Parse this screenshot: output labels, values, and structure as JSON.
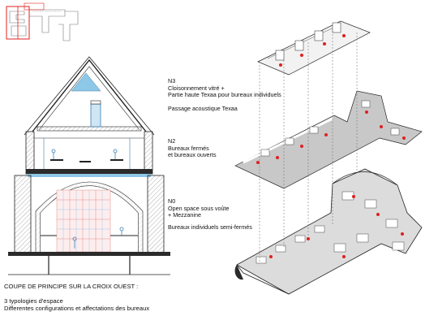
{
  "labels": {
    "n3": {
      "level": "N3",
      "line1": "Cloisonnement vitré +",
      "line2": "Partie haute Texaa pour bureaux individuels",
      "line3": "Passage acoustique Texaa"
    },
    "n2": {
      "level": "N2",
      "line1": "Bureaux fermés",
      "line2": "et bureaux ouverts"
    },
    "n0": {
      "level": "N0",
      "line1": "Open space sous voûte",
      "line2": "+ Mezzanine",
      "line3": "Bureaux individuels semi-fermés"
    }
  },
  "caption": {
    "title": "COUPE DE PRINCIPE SUR LA CROIX OUEST :",
    "line1": "3 typologies d'espace",
    "line2": "Differentes configurations et affectations des bureaux"
  },
  "colors": {
    "ink": "#222222",
    "glass_blue": "#8ec8e8",
    "grid_red": "#e88a8a",
    "grid_blue": "#9ec4ec",
    "key_red": "#e02020",
    "floor_grey": "#bdbdbd"
  }
}
